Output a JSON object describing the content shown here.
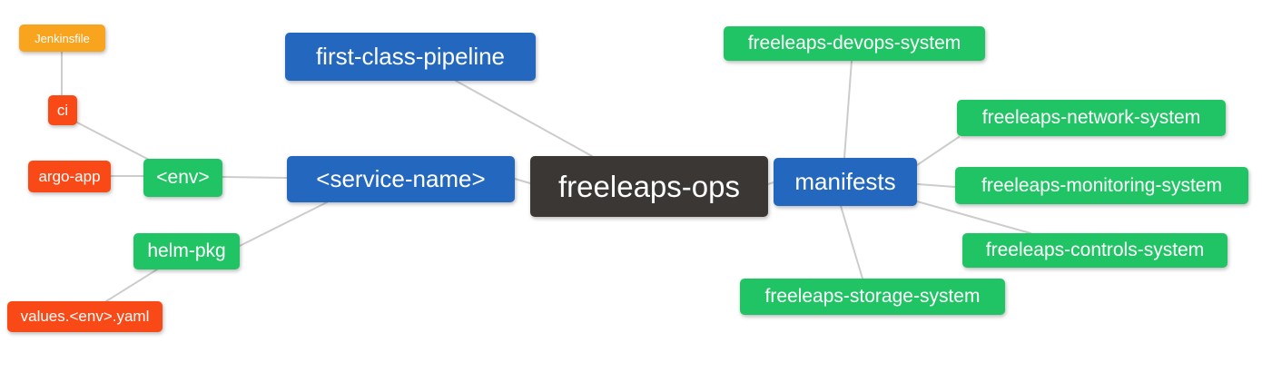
{
  "mindmap": {
    "nodes": {
      "root": {
        "label": "freeleaps-ops"
      },
      "pipeline": {
        "label": "first-class-pipeline"
      },
      "service_name": {
        "label": "<service-name>"
      },
      "env": {
        "label": "<env>"
      },
      "ci": {
        "label": "ci"
      },
      "jenkinsfile": {
        "label": "Jenkinsfile"
      },
      "argo_app": {
        "label": "argo-app"
      },
      "helm_pkg": {
        "label": "helm-pkg"
      },
      "values_env_yaml": {
        "label": "values.<env>.yaml"
      },
      "manifests": {
        "label": "manifests"
      },
      "devops": {
        "label": "freeleaps-devops-system"
      },
      "network": {
        "label": "freeleaps-network-system"
      },
      "monitoring": {
        "label": "freeleaps-monitoring-system"
      },
      "controls": {
        "label": "freeleaps-controls-system"
      },
      "storage": {
        "label": "freeleaps-storage-system"
      }
    },
    "edges": [
      {
        "from": "ci",
        "to": "Jenkinsfile"
      },
      {
        "from": "<env>",
        "to": "ci"
      },
      {
        "from": "<env>",
        "to": "argo-app"
      },
      {
        "from": "<service-name>",
        "to": "<env>"
      },
      {
        "from": "<service-name>",
        "to": "helm-pkg"
      },
      {
        "from": "helm-pkg",
        "to": "values.<env>.yaml"
      },
      {
        "from": "freeleaps-ops",
        "to": "first-class-pipeline"
      },
      {
        "from": "freeleaps-ops",
        "to": "<service-name>"
      },
      {
        "from": "freeleaps-ops",
        "to": "manifests"
      },
      {
        "from": "manifests",
        "to": "freeleaps-devops-system"
      },
      {
        "from": "manifests",
        "to": "freeleaps-network-system"
      },
      {
        "from": "manifests",
        "to": "freeleaps-monitoring-system"
      },
      {
        "from": "manifests",
        "to": "freeleaps-controls-system"
      },
      {
        "from": "manifests",
        "to": "freeleaps-storage-system"
      }
    ],
    "colors": {
      "root_node": "#3a3734",
      "branch_node": "#2368be",
      "green_node": "#21c464",
      "red_node": "#f94917",
      "orange_node": "#f9a41e",
      "edge_line": "#cccccc",
      "node_text": "#ffffff",
      "background": "#ffffff"
    }
  }
}
